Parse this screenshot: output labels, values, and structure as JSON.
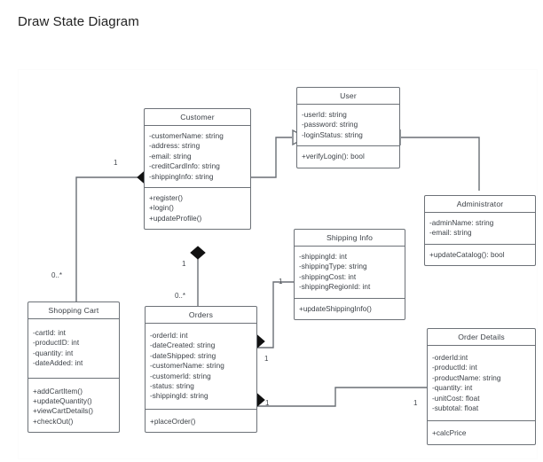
{
  "page": {
    "title": "Draw State Diagram"
  },
  "diagram": {
    "type": "uml-class-diagram",
    "classes": [
      {
        "id": "user",
        "name": "User",
        "attributes": [
          "-userId: string",
          "-password: string",
          "-loginStatus: string"
        ],
        "operations": [
          "+verifyLogin(): bool"
        ]
      },
      {
        "id": "customer",
        "name": "Customer",
        "attributes": [
          "-customerName: string",
          "-address: string",
          "-email: string",
          "-creditCardInfo: string",
          "-shippingInfo: string"
        ],
        "operations": [
          "+register()",
          "+login()",
          "+updateProfile()"
        ]
      },
      {
        "id": "administrator",
        "name": "Administrator",
        "attributes": [
          "-adminName: string",
          "-email: string"
        ],
        "operations": [
          "+updateCatalog(): bool"
        ]
      },
      {
        "id": "shipping-info",
        "name": "Shipping Info",
        "attributes": [
          "-shippingId: int",
          "-shippingType: string",
          "-shippingCost: int",
          "-shippingRegionId: int"
        ],
        "operations": [
          "+updateShippingInfo()"
        ]
      },
      {
        "id": "shopping-cart",
        "name": "Shopping Cart",
        "attributes": [
          "-cartId: int",
          "-productID: int",
          "-quantity: int",
          "-dateAdded: int"
        ],
        "operations": [
          "+addCartItem()",
          "+updateQuantity()",
          "+viewCartDetails()",
          "+checkOut()"
        ]
      },
      {
        "id": "orders",
        "name": "Orders",
        "attributes": [
          "-orderId: int",
          "-dateCreated: string",
          "-dateShipped: string",
          "-customerName: string",
          "-customerId: string",
          "-status: string",
          "-shippingId: string"
        ],
        "operations": [
          "+placeOrder()"
        ]
      },
      {
        "id": "order-details",
        "name": "Order Details",
        "attributes": [
          "-orderId:int",
          "-productId: int",
          "-productName: string",
          "-quantity: int",
          "-unitCost: float",
          "-subtotal: float"
        ],
        "operations": [
          "+calcPrice"
        ]
      }
    ],
    "multiplicities": [
      {
        "id": "customer-cart-one",
        "label": "1"
      },
      {
        "id": "cart-many",
        "label": "0..*"
      },
      {
        "id": "customer-orders-one",
        "label": "1"
      },
      {
        "id": "orders-many",
        "label": "0..*"
      },
      {
        "id": "shipping-one",
        "label": "1"
      },
      {
        "id": "orders-shipping-one",
        "label": "1"
      },
      {
        "id": "orders-details-one",
        "label": "1"
      },
      {
        "id": "order-details-one",
        "label": "1"
      }
    ],
    "relationships": [
      {
        "from": "customer",
        "to": "user",
        "type": "generalization"
      },
      {
        "from": "administrator",
        "to": "user",
        "type": "generalization"
      },
      {
        "from": "customer",
        "to": "shopping-cart",
        "type": "composition"
      },
      {
        "from": "customer",
        "to": "orders",
        "type": "composition"
      },
      {
        "from": "orders",
        "to": "shipping-info",
        "type": "composition"
      },
      {
        "from": "orders",
        "to": "order-details",
        "type": "composition"
      }
    ]
  },
  "colors": {
    "stroke": "#6d7278",
    "edge": "#6a6f75",
    "text": "#3a3f45",
    "fill": "#ffffff"
  }
}
